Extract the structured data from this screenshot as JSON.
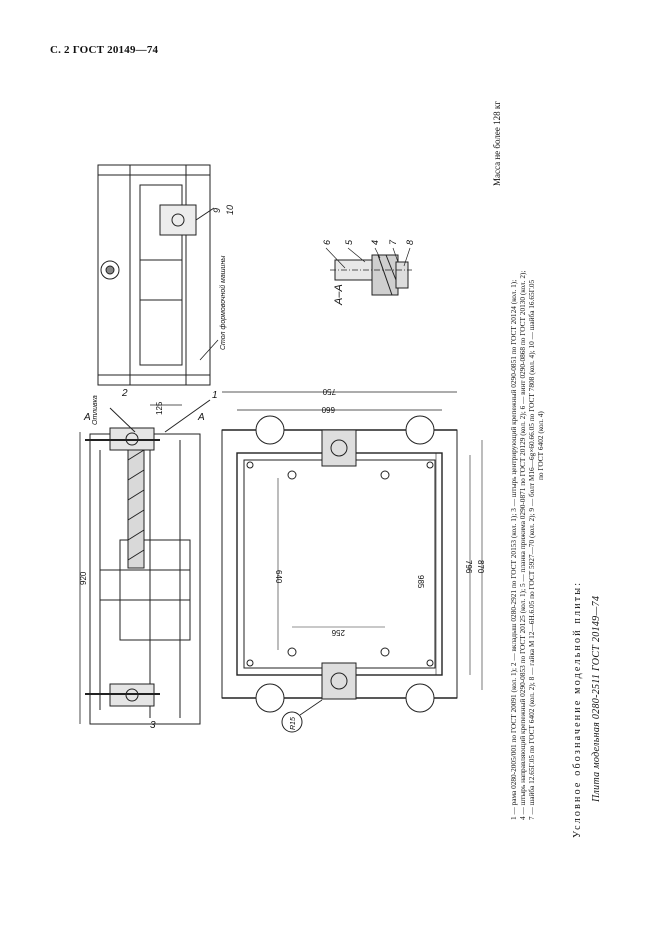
{
  "header": {
    "title": "С. 2 ГОСТ 20149—74"
  },
  "mass_note": "Масса не более 128 кг",
  "legend_lines": [
    "1 — рама 0280-2005/001 по ГОСТ 20091 (кол. 1); 2 — вкладыш 0280-2921 по ГОСТ 20153 (кол. 1); 3 — штырь центрирующий крепежный 0290-0851 по ГОСТ 20124 (кол. 1);",
    "4 — штырь направляющий крепежный 0290-0853 по ГОСТ 20125 (кол. 1); 5 — планка прижима 0290-0871 по ГОСТ 20129 (кол. 2); 6 — винт 0290-0868 по ГОСТ 20130 (кол. 2);",
    "7 — шайба 12.65Г.05 по ГОСТ 6402 (кол. 2); 8 — гайка М 12—6Н.6.05 по ГОСТ 5927—70 (кол. 2); 9 — болт М16—6g×60.66.05 по ГОСТ 7808 (кол. 4); 10 — шайба 16.65Г.05",
    "по ГОСТ 6402 (кол. 4)"
  ],
  "conditional_label": "Условное обозначение модельной плиты:",
  "plate_designation": "Плита модельная 0280-2511 ГОСТ 20149—74",
  "drawing": {
    "dimensions": {
      "d920": "920",
      "d125": "125",
      "d750": "750",
      "d660": "660",
      "d985": "985",
      "d640": "640",
      "d256": "256",
      "d796": "796",
      "d870": "870"
    },
    "labels": {
      "otlivka": "Отливка",
      "section_mark": "А",
      "section_view": "А–А",
      "stol": "Стол формовочной машины",
      "callout_r": "R15",
      "p1": "1",
      "p2": "2",
      "p3": "3",
      "p4": "4",
      "p5": "5",
      "p6": "6",
      "p7": "7",
      "p8": "8",
      "p9": "9",
      "p10": "10"
    }
  }
}
